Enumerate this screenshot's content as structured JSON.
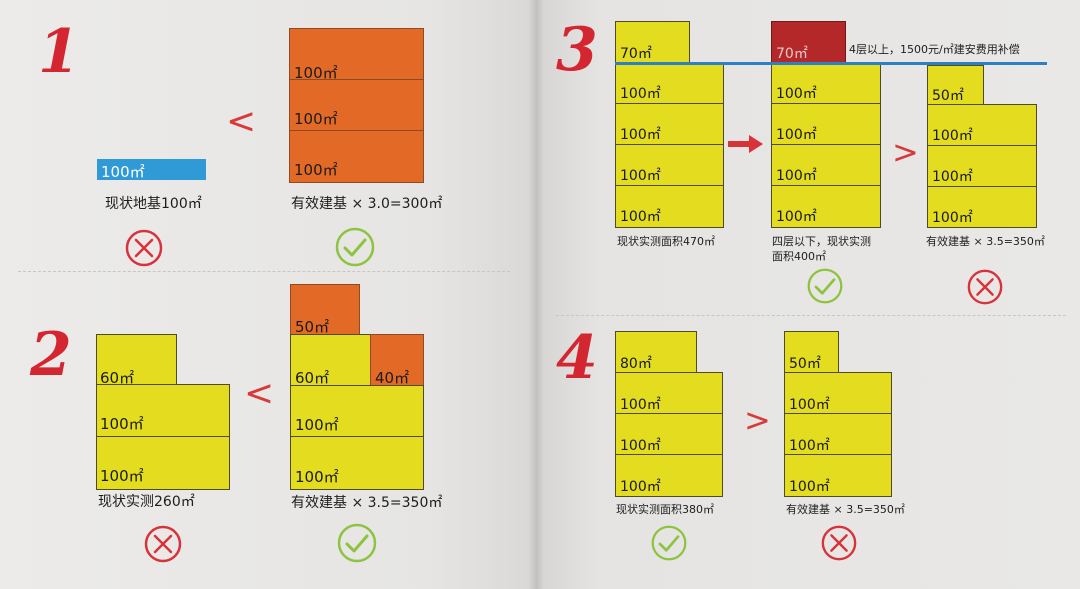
{
  "section1": {
    "number": "1",
    "compare": "<",
    "base_label": "100㎡",
    "left_caption": "现状地基100㎡",
    "right_floors": [
      "100㎡",
      "100㎡",
      "100㎡"
    ],
    "right_caption": "有效建基 × 3.0=300㎡",
    "left_verdict": "cross",
    "right_verdict": "check"
  },
  "section2": {
    "number": "2",
    "compare": "<",
    "left_floors": [
      "60㎡",
      "100㎡",
      "100㎡"
    ],
    "left_caption": "现状实测260㎡",
    "right_top": "50㎡",
    "right_row1": [
      "60㎡",
      "40㎡"
    ],
    "right_floors": [
      "100㎡",
      "100㎡"
    ],
    "right_caption": "有效建基 × 3.5=350㎡",
    "left_verdict": "cross",
    "right_verdict": "check"
  },
  "section3": {
    "number": "3",
    "left_floors": [
      "70㎡",
      "100㎡",
      "100㎡",
      "100㎡",
      "100㎡"
    ],
    "left_caption": "现状实测面积470㎡",
    "mid_floors": [
      "70㎡",
      "100㎡",
      "100㎡",
      "100㎡",
      "100㎡"
    ],
    "mid_caption_line1": "四层以下，现状实测",
    "mid_caption_line2": "面积400㎡",
    "note": "4层以上，1500元/㎡建安费用补偿",
    "compare": ">",
    "right_floors": [
      "50㎡",
      "100㎡",
      "100㎡",
      "100㎡"
    ],
    "right_caption": "有效建基 × 3.5=350㎡",
    "mid_verdict": "check",
    "right_verdict": "cross"
  },
  "section4": {
    "number": "4",
    "compare": ">",
    "left_floors": [
      "80㎡",
      "100㎡",
      "100㎡",
      "100㎡"
    ],
    "left_caption": "现状实测面积380㎡",
    "right_floors": [
      "50㎡",
      "100㎡",
      "100㎡",
      "100㎡"
    ],
    "right_caption": "有效建基 × 3.5=350㎡",
    "left_verdict": "check",
    "right_verdict": "cross"
  },
  "colors": {
    "yellow": "#e3dc1f",
    "orange": "#e36a26",
    "dark_red": "#b5282a",
    "blue": "#2f9ad5",
    "cross": "#d8323a",
    "check": "#8cc43f",
    "number": "#d42630"
  }
}
